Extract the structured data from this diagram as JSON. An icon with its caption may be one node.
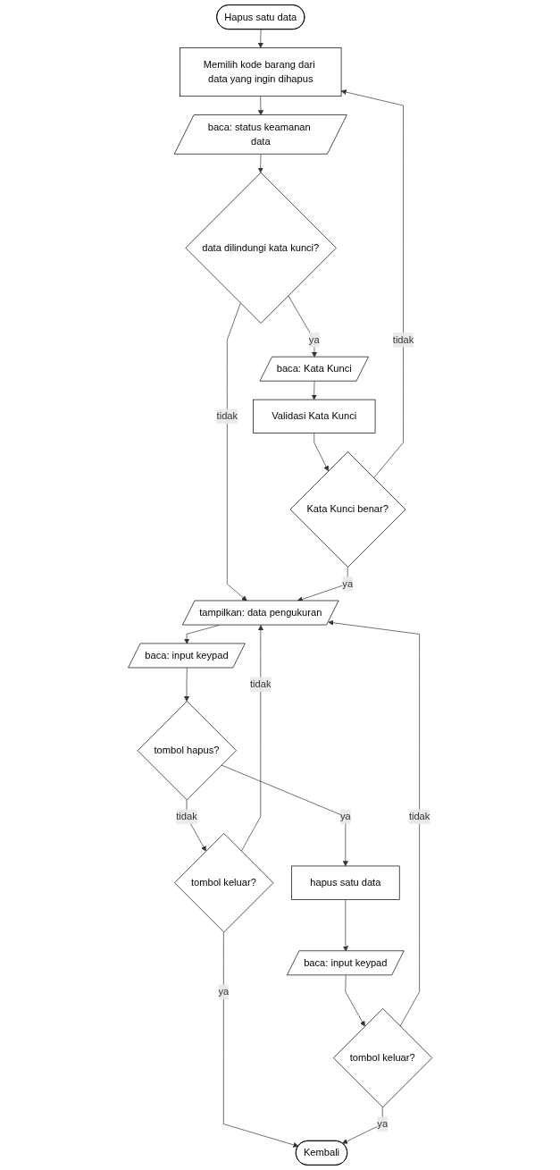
{
  "diagram": {
    "nodes": [
      {
        "text": [
          "Hapus satu data"
        ]
      },
      {
        "text": [
          "Memilih kode barang dari data yang ingin dihapus"
        ]
      },
      {
        "text": [
          "baca: status keamanan data"
        ]
      },
      {
        "text": [
          "data dilindungi kata kunci?"
        ]
      },
      {
        "text": [
          "baca: Kata Kunci"
        ]
      },
      {
        "text": [
          "Validasi Kata Kunci"
        ]
      },
      {
        "text": [
          "Kata Kunci benar?"
        ]
      },
      {
        "text": [
          "tampilkan: data pengukuran"
        ]
      },
      {
        "text": [
          "baca: input keypad"
        ]
      },
      {
        "text": [
          "tombol hapus?"
        ]
      },
      {
        "text": [
          "tombol keluar?"
        ]
      },
      {
        "text": [
          "hapus satu data"
        ]
      },
      {
        "text": [
          "baca: input keypad"
        ]
      },
      {
        "text": [
          "tombol keluar?"
        ]
      },
      {
        "text": [
          "Kembali"
        ]
      }
    ],
    "edges": [
      {
        "from": 0,
        "to": 1,
        "arrow": "to"
      },
      {
        "from": 1,
        "to": 2,
        "arrow": "to"
      },
      {
        "from": 2,
        "to": 3,
        "arrow": "to"
      },
      {
        "from": 3,
        "to": 4,
        "arrow": "to",
        "label": "ya"
      },
      {
        "from": 3,
        "to": 7,
        "arrow": "to",
        "label": "tidak"
      },
      {
        "from": 4,
        "to": 5,
        "arrow": "to"
      },
      {
        "from": 5,
        "to": 6,
        "arrow": "to"
      },
      {
        "from": 6,
        "to": 1,
        "arrow": "to",
        "label": "tidak"
      },
      {
        "from": 6,
        "to": 7,
        "arrow": "to",
        "label": "ya"
      },
      {
        "from": 7,
        "to": 8,
        "arrow": "to"
      },
      {
        "from": 8,
        "to": 9,
        "arrow": "to"
      },
      {
        "from": 9,
        "to": 11,
        "arrow": "to",
        "label": "ya"
      },
      {
        "from": 9,
        "to": 10,
        "arrow": "to",
        "label": "tidak"
      },
      {
        "from": 10,
        "to": 7,
        "arrow": "to",
        "label": "tidak"
      },
      {
        "from": 10,
        "to": 14,
        "arrow": "to",
        "label": "ya"
      },
      {
        "from": 11,
        "to": 12,
        "arrow": "to"
      },
      {
        "from": 12,
        "to": 13,
        "arrow": "to"
      },
      {
        "from": 13,
        "to": 7,
        "arrow": "to",
        "label": "tidak"
      },
      {
        "from": 13,
        "to": 14,
        "arrow": "to",
        "label": "ya"
      }
    ]
  }
}
